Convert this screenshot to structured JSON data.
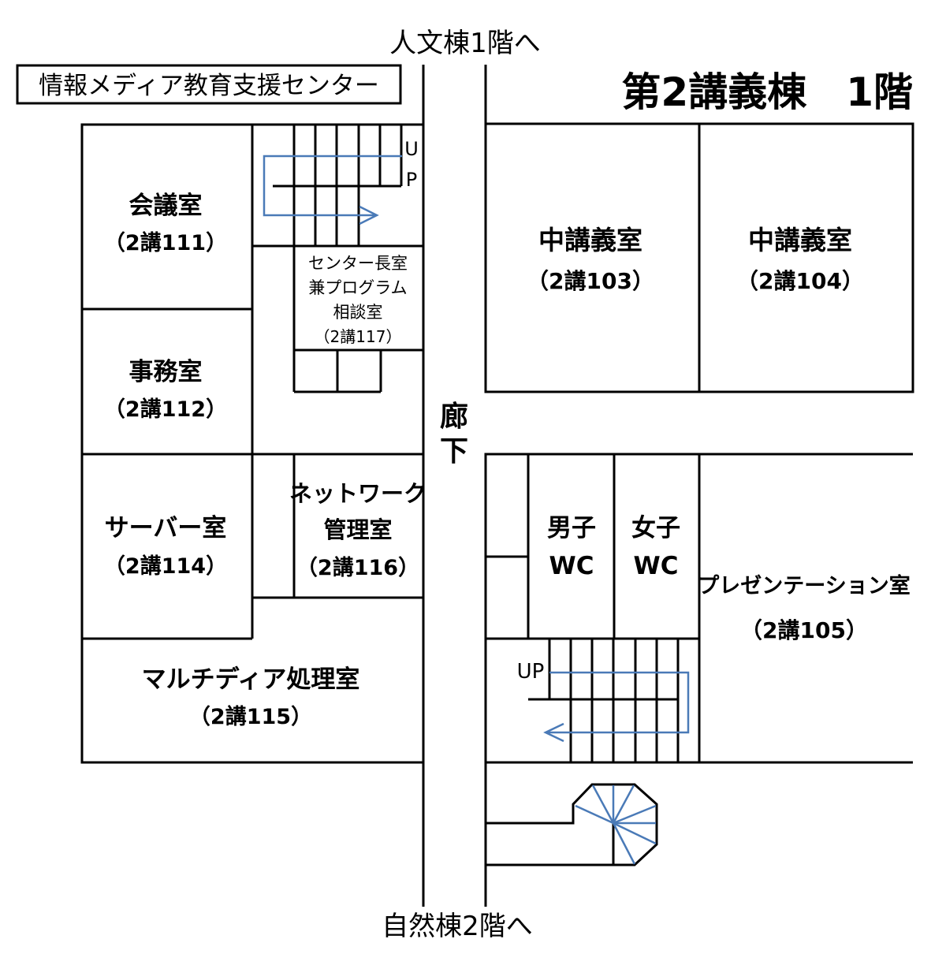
{
  "header": {
    "center_name": "情報メディア教育支援センター",
    "building_floor": "第2講義棟　1階",
    "to_north": "人文棟1階へ",
    "to_south": "自然棟2階へ"
  },
  "corridor": {
    "line1": "廊",
    "line2": "下"
  },
  "rooms": {
    "r111": {
      "name": "会議室",
      "code": "（2講111）"
    },
    "r112": {
      "name": "事務室",
      "code": "（2講112）"
    },
    "r114": {
      "name": "サーバー室",
      "code": "（2講114）"
    },
    "r115": {
      "name": "マルチディア処理室",
      "code": "（2講115）"
    },
    "r116": {
      "line1": "ネットワーク",
      "line2": "管理室",
      "code": "（2講116）"
    },
    "r117": {
      "line1": "センター長室",
      "line2": "兼プログラム",
      "line3": "相談室",
      "code": "（2講117）"
    },
    "r103": {
      "name": "中講義室",
      "code": "（2講103）"
    },
    "r104": {
      "name": "中講義室",
      "code": "（2講104）"
    },
    "r105": {
      "name": "プレゼンテーション室",
      "code": "（2講105）"
    },
    "wc_m": {
      "line1": "男子",
      "line2": "WC"
    },
    "wc_f": {
      "line1": "女子",
      "line2": "WC"
    }
  },
  "stairs": {
    "north_up_u": "U",
    "north_up_p": "P",
    "south_up": "UP"
  },
  "colors": {
    "walls": "#000000",
    "stair_path": "#4a7ab7"
  }
}
